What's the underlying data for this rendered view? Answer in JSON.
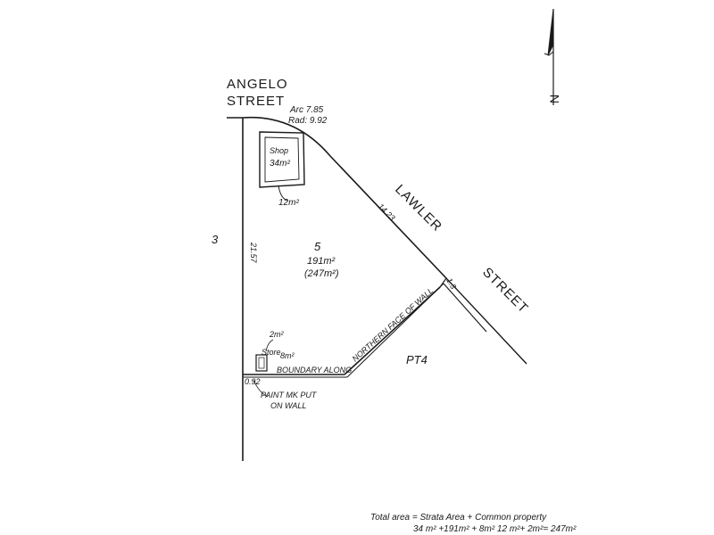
{
  "streets": {
    "angelo_line1": "ANGELO",
    "angelo_line2": "STREET",
    "lawler": "LAWLER",
    "street": "STREET"
  },
  "arc": {
    "arc_label": "Arc 7.85",
    "rad_label": "Rad: 9.92"
  },
  "shop": {
    "label": "Shop",
    "area": "34m²",
    "courtyard_area": "12m²"
  },
  "lots": {
    "neighbor_lot": "3",
    "main_lot": "5",
    "main_area": "191m²",
    "main_total": "(247m²)",
    "pt4": "PT4"
  },
  "dimensions": {
    "west_side": "21.57",
    "lawler_side": "14.23",
    "corner_offset": "1.3",
    "bottom_offset": "0.92"
  },
  "store": {
    "label": "Store",
    "area": "8m²",
    "extra_area": "2m²"
  },
  "annotations": {
    "boundary_along": "BOUNDARY ALONG",
    "northern_face": "NORTHERN FACE OF WALL",
    "paint_line1": "PAINT MK PUT",
    "paint_line2": "ON WALL"
  },
  "north_arrow": {
    "letter": "N"
  },
  "footer": {
    "line1": "Total area = Strata Area + Common property",
    "line2": "34 m² +191m² + 8m² 12 m²+ 2m²=  247m²"
  }
}
